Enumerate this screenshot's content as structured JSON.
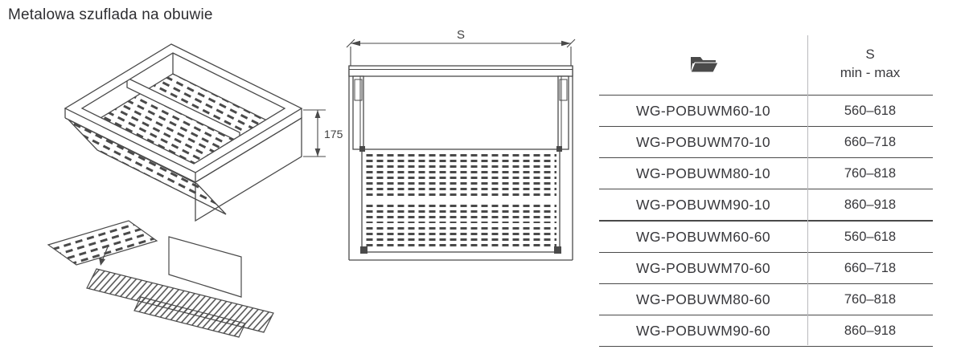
{
  "page": {
    "title": "Metalowa szuflada na obuwie"
  },
  "diagram": {
    "width_dim": "S",
    "height_dim": "175"
  },
  "table": {
    "header": {
      "icon": "folder-icon",
      "s": "S",
      "min_max": "min - max"
    },
    "rows": [
      {
        "code": "WG-POBUWM60-10",
        "s": "560–618"
      },
      {
        "code": "WG-POBUWM70-10",
        "s": "660–718"
      },
      {
        "code": "WG-POBUWM80-10",
        "s": "760–818"
      },
      {
        "code": "WG-POBUWM90-10",
        "s": "860–918"
      },
      {
        "code": "WG-POBUWM60-60",
        "s": "560–618"
      },
      {
        "code": "WG-POBUWM70-60",
        "s": "660–718"
      },
      {
        "code": "WG-POBUWM80-60",
        "s": "760–818"
      },
      {
        "code": "WG-POBUWM90-60",
        "s": "860–918"
      }
    ]
  }
}
